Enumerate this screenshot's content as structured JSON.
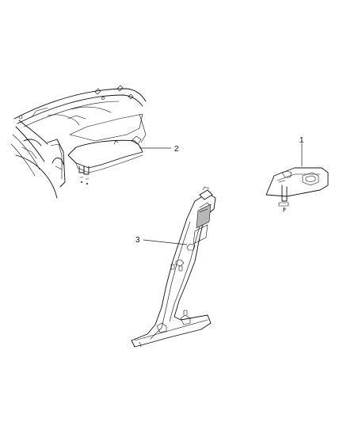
{
  "callouts": {
    "c1": "1",
    "c2": "2",
    "c3": "3"
  },
  "colors": {
    "line": "#111111",
    "shade": "#b8b8b8",
    "background": "#ffffff"
  }
}
